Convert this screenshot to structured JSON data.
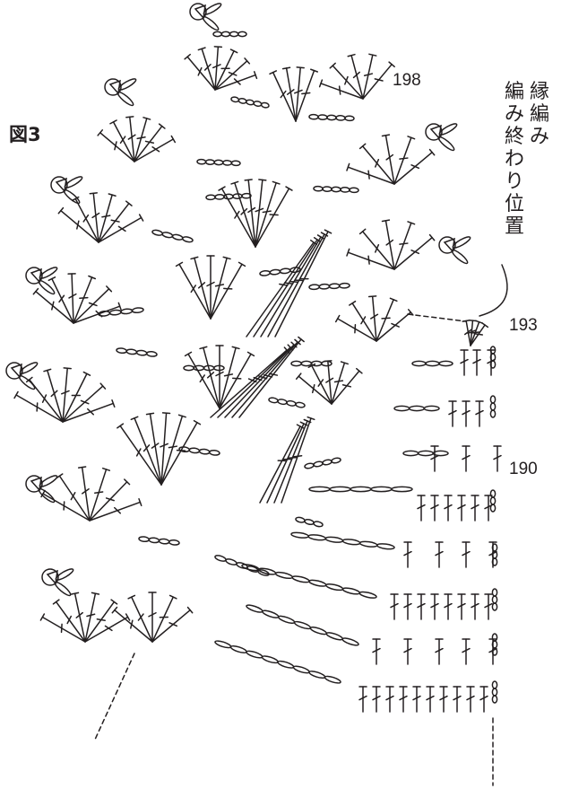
{
  "figure": {
    "label": "図3"
  },
  "row_labels": [
    {
      "id": "r198",
      "text": "198"
    },
    {
      "id": "r193",
      "text": "193"
    },
    {
      "id": "r190",
      "text": "190"
    }
  ],
  "annotation": {
    "line1": "縁編み",
    "line2": "編み終わり位置"
  },
  "colors": {
    "ink": "#231f20",
    "background": "#ffffff"
  }
}
